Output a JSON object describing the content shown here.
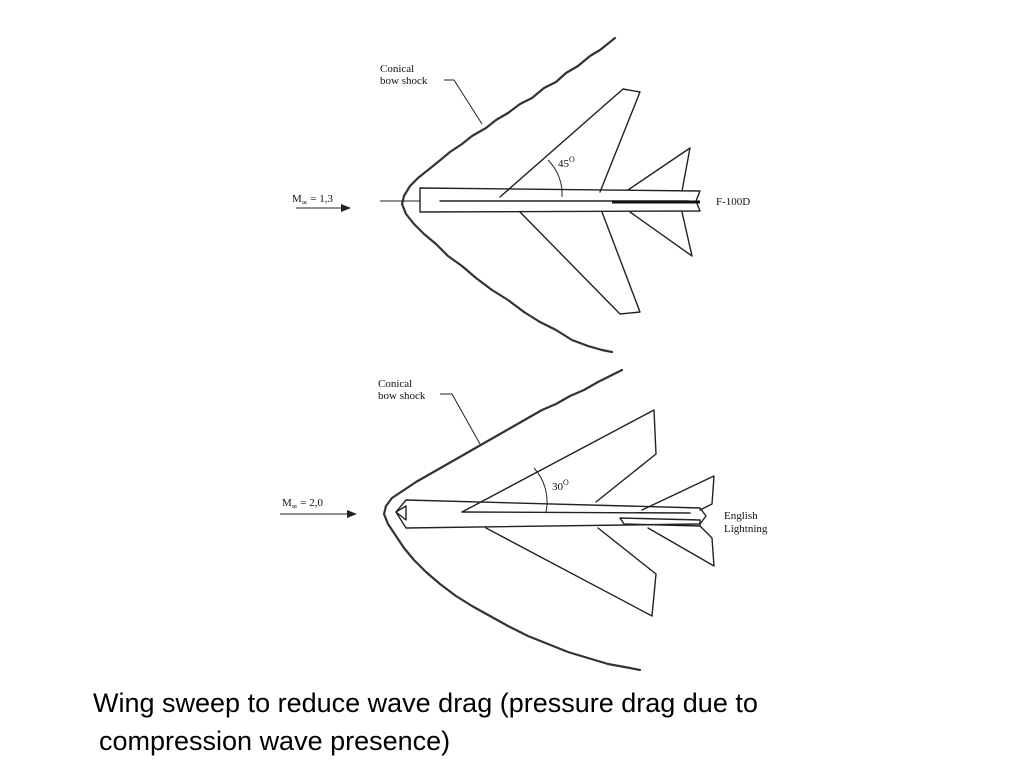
{
  "top_aircraft": {
    "shock_label_line1": "Conical",
    "shock_label_line2": "bow shock",
    "mach_label": "M",
    "mach_subscript": "∞",
    "mach_value": " = 1,3",
    "sweep_angle": "45",
    "sweep_unit": "O",
    "aircraft_name": "F-100D"
  },
  "bottom_aircraft": {
    "shock_label_line1": "Conical",
    "shock_label_line2": "bow shock",
    "mach_label": "M",
    "mach_subscript": "∞",
    "mach_value": " = 2,0",
    "sweep_angle": "30",
    "sweep_unit": "O",
    "aircraft_name_line1": "English",
    "aircraft_name_line2": "Lightning"
  },
  "caption": {
    "line1": "Wing sweep to reduce wave drag (pressure drag due to",
    "line2": "compression wave presence)"
  }
}
